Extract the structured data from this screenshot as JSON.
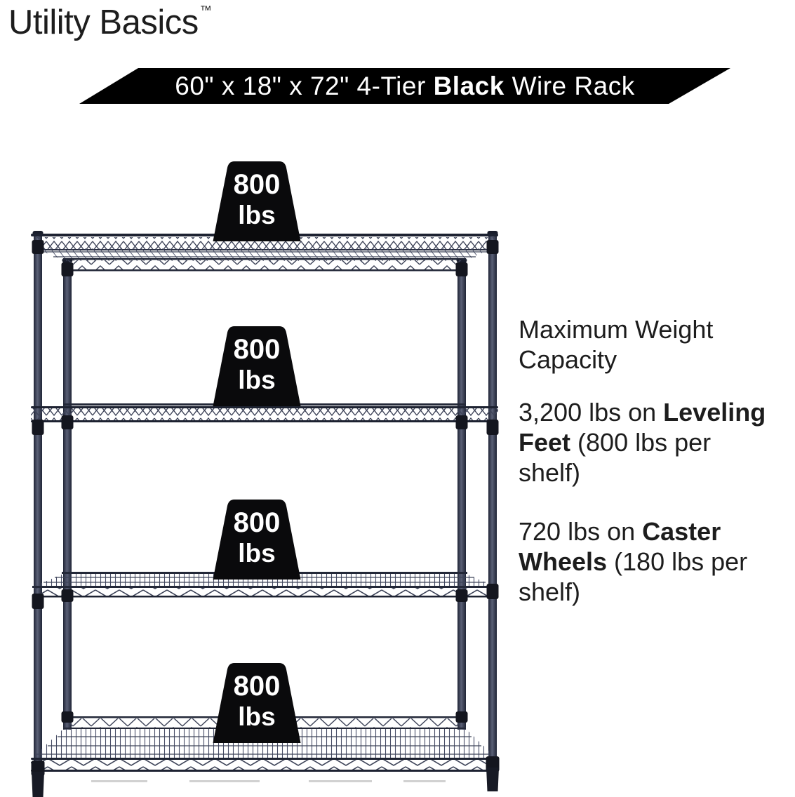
{
  "brand": {
    "name": "Utility Basics",
    "trademark": "™"
  },
  "banner": {
    "segments": [
      {
        "t": "60\" x 18\" x 72\" 4-Tier ",
        "b": 0
      },
      {
        "t": "Black",
        "b": 1
      },
      {
        "t": " Wire Rack",
        "b": 0
      }
    ]
  },
  "badges": [
    {
      "value": "800",
      "unit": "lbs"
    },
    {
      "value": "800",
      "unit": "lbs"
    },
    {
      "value": "800",
      "unit": "lbs"
    },
    {
      "value": "800",
      "unit": "lbs"
    }
  ],
  "info": {
    "heading_lines": [
      "Maximum Weight",
      "Capacity"
    ],
    "paragraphs": [
      [
        [
          {
            "t": "3,200 lbs on ",
            "b": 0
          },
          {
            "t": "Leveling",
            "b": 1
          }
        ],
        [
          {
            "t": "Feet",
            "b": 1
          },
          {
            "t": " (800 lbs per",
            "b": 0
          }
        ],
        [
          {
            "t": "shelf)",
            "b": 0
          }
        ]
      ],
      [
        [
          {
            "t": "720 lbs on ",
            "b": 0
          },
          {
            "t": "Caster",
            "b": 1
          }
        ],
        [
          {
            "t": "Wheels",
            "b": 1
          },
          {
            "t": " (180 lbs per",
            "b": 0
          }
        ],
        [
          {
            "t": "shelf)",
            "b": 0
          }
        ]
      ]
    ]
  },
  "rack": {
    "tiers": "4",
    "description": "4-tier black wire shelving rack on leveling feet"
  },
  "colors": {
    "banner_bg": "#000000",
    "banner_text": "#ffffff",
    "badge_bg": "#0a0a0c",
    "badge_text": "#ffffff",
    "rack_wire": "#3d4358",
    "rack_dark": "#1d2231",
    "body_text": "#1d1d1d"
  }
}
